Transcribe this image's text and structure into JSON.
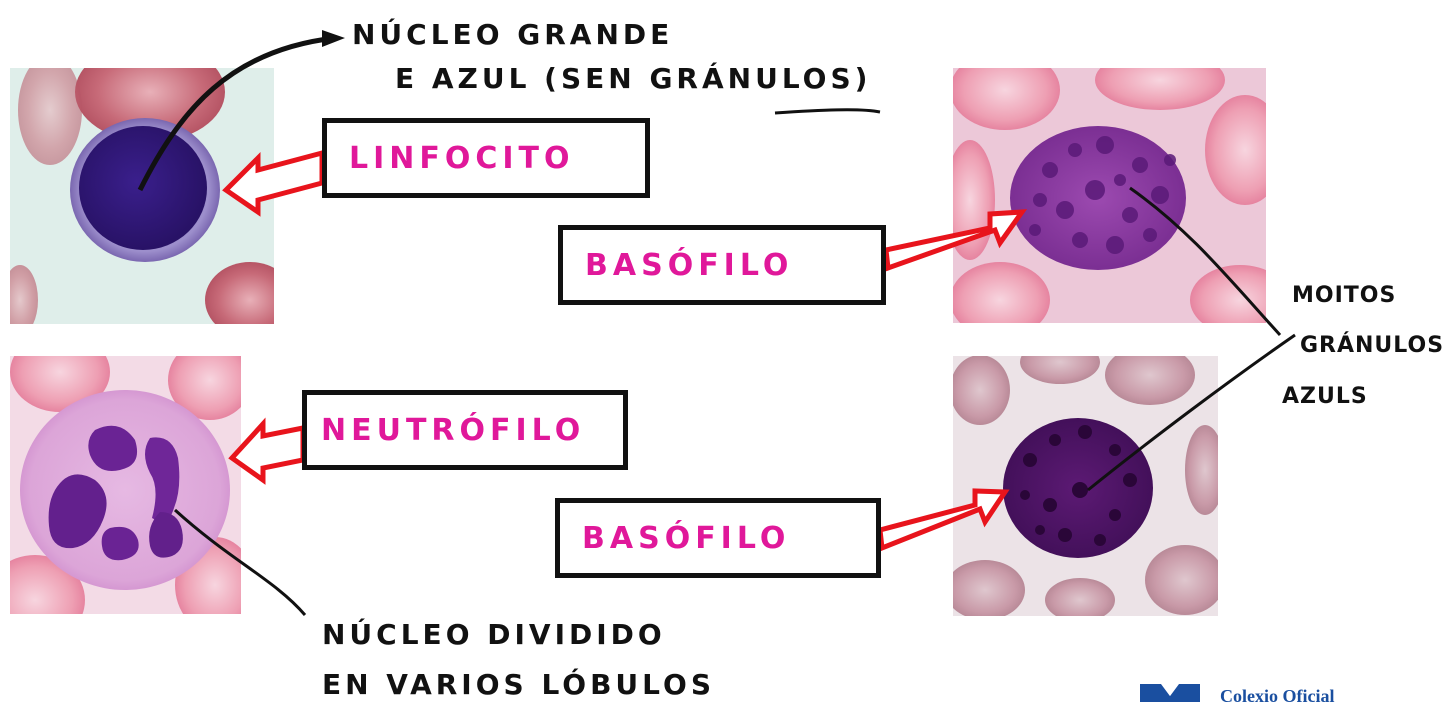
{
  "annotations": {
    "lymph_note_line1": "NÚCLEO GRANDE",
    "lymph_note_line2": "E AZUL (SEN GRÁNULOS)",
    "neutro_note_line1": "NÚCLEO DIVIDIDO",
    "neutro_note_line2": "EN VARIOS LÓBULOS",
    "baso_note_line1": "MOITOS",
    "baso_note_line2": "GRÁNULOS",
    "baso_note_line3": "AZULS"
  },
  "labels": {
    "lymphocyte": "LINFOCITO",
    "basophil_top": "BASÓFILO",
    "neutrophil": "NEUTRÓFILO",
    "basophil_bottom": "BASÓFILO"
  },
  "logo": {
    "text": "Colexio Oficial"
  },
  "colors": {
    "label_text": "#e0189a",
    "arrow": "#e8141c",
    "ink": "#111111",
    "logo": "#1a4fa0"
  }
}
